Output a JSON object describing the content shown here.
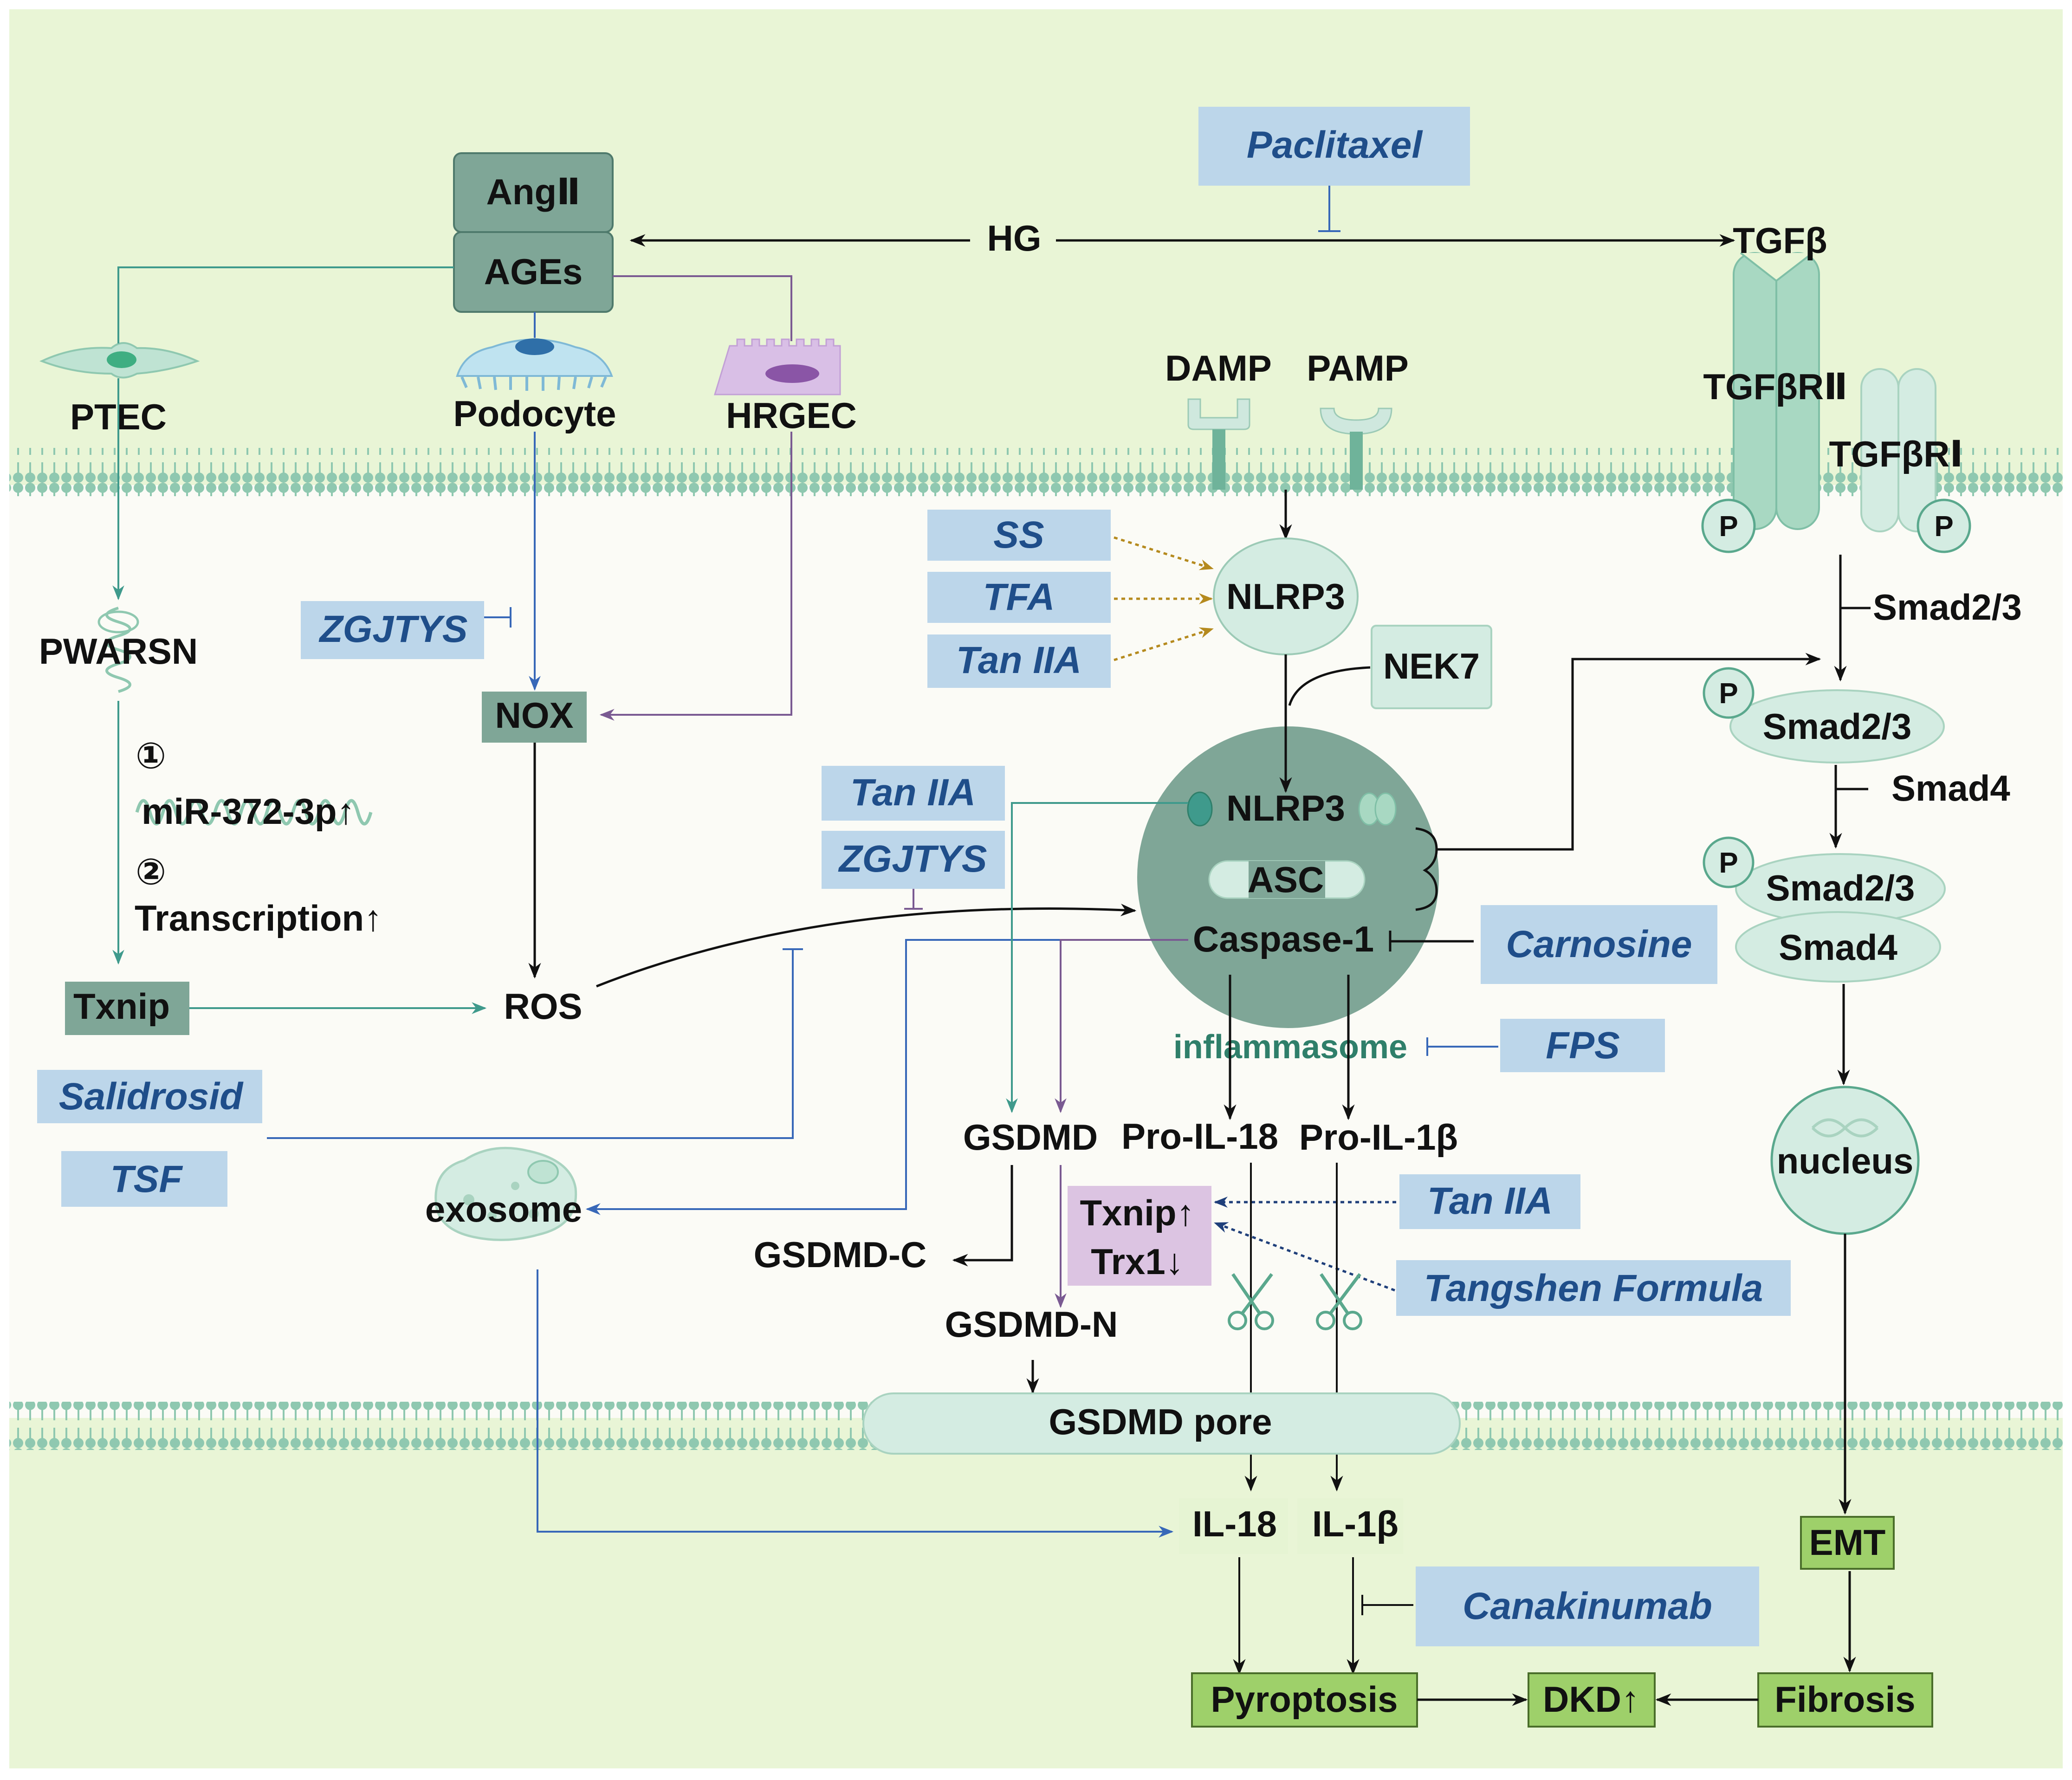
{
  "colors": {
    "outer_background": "#e9f5d6",
    "cell_interior": "#fbfbf6",
    "membrane": "#8fc8b0",
    "drug_box": "#bcd6ea",
    "drug_text": "#1f4e8a",
    "dark_teal": "#7fa697",
    "light_mint": "#d4ece2",
    "outcome_green": "#9ed06a",
    "lilac": "#dcc4e2",
    "teal_line": "#3f9a8c",
    "blue_line": "#3868b8",
    "purple_line": "#7a5a92",
    "gold_dotted": "#b58a1e",
    "navy_dotted": "#1f3f7a"
  },
  "top": {
    "hg": "HG",
    "ang": "AngⅡ",
    "ages": "AGEs",
    "ptec": "PTEC",
    "podocyte": "Podocyte",
    "hrgec": "HRGEC",
    "damp": "DAMP",
    "pamp": "PAMP",
    "tgfb": "TGFβ",
    "tgfbr2": "TGFβRⅡ",
    "tgfbr1": "TGFβRⅠ",
    "phospho": "P"
  },
  "left": {
    "pwarsn": "PWARSN",
    "step1": "①",
    "mir": "miR-372-3p↑",
    "step2": "②",
    "transcription": "Transcription↑",
    "txnip": "Txnip",
    "ros": "ROS",
    "nox": "NOX",
    "exosome": "exosome"
  },
  "inflammasome": {
    "nlrp3_top": "NLRP3",
    "nek7": "NEK7",
    "nlrp3": "NLRP3",
    "asc": "ASC",
    "caspase": "Caspase-1",
    "label": "inflammasome"
  },
  "pyroptosis": {
    "gsdmd": "GSDMD",
    "pro_il18": "Pro-IL-18",
    "pro_il1b": "Pro-IL-1β",
    "txnip_up": "Txnip↑",
    "trx1_down": "Trx1↓",
    "gsdmd_c": "GSDMD-C",
    "gsdmd_n": "GSDMD-N",
    "pore": "GSDMD pore",
    "il18": "IL-18",
    "il1b": "IL-1β"
  },
  "smad": {
    "smad23": "Smad2/3",
    "smad4": "Smad4",
    "complex_smad23": "Smad2/3",
    "complex_smad4": "Smad4",
    "nucleus": "nucleus",
    "emt": "EMT"
  },
  "outcomes": {
    "pyroptosis": "Pyroptosis",
    "dkd": "DKD↑",
    "fibrosis": "Fibrosis"
  },
  "drugs": {
    "paclitaxel": "Paclitaxel",
    "zgjtys_1": "ZGJTYS",
    "ss": "SS",
    "tfa": "TFA",
    "taniia_1": "Tan IIA",
    "taniia_2": "Tan IIA",
    "zgjtys_2": "ZGJTYS",
    "carnosine": "Carnosine",
    "fps": "FPS",
    "salidrosid": "Salidrosid",
    "tsf": "TSF",
    "taniia_3": "Tan IIA",
    "tangshen": "Tangshen Formula",
    "canakinumab": "Canakinumab"
  }
}
